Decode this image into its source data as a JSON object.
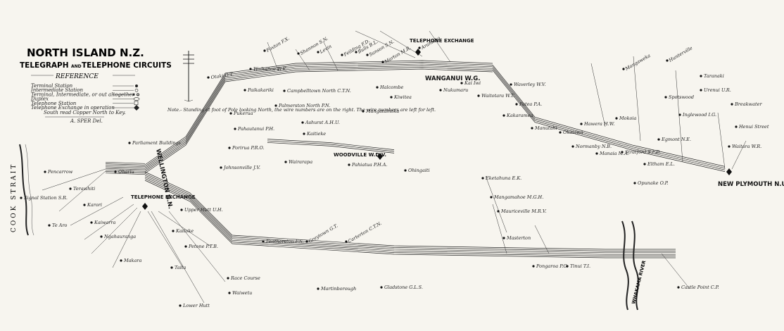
{
  "title": {
    "line1": "NORTH ISLAND N.Z.",
    "line2_a": "TELEGRAPH",
    "line2_and": "AND",
    "line2_b": "TELEPHONE CIRCUITS",
    "reference": "REFERENCE",
    "legend": [
      "Terminal Station",
      "Intermediate Station",
      "Terminal, Intermediate, or out altogether",
      "Duplex",
      "Telephone Station",
      "Telephone Exchange in operation"
    ],
    "note": "South read Copper North to Key.",
    "signature": "A. SPER Del."
  },
  "regions": {
    "cook_strait": "COOK STRAIT",
    "river": "WHAKAMA RIVER"
  },
  "stations": {
    "wellington": "WELLINGTON N.N.",
    "telephone_exchange_w": "TELEPHONE EXCHANGE",
    "telephone_exchange_wanganui": "TELEPHONE EXCHANGE",
    "wanganui": "WANGANUI W.G.",
    "new_plymouth": "NEW PLYMOUTH N.U.",
    "woodville": "WOODVILLE W.D.V.",
    "masterton": "Masterton",
    "castle_point": "Castle Point C.P.",
    "otaki": "Otaki O.T.",
    "paekakariki": "Paikakariki",
    "johnsonville": "Johnsonville J.V.",
    "porirua": "Porirua P.R.O.",
    "pahautanui": "Pahautanui P.H.",
    "pukerua": "Pukerua",
    "feilding": "Feilding F.D.",
    "bulls": "Bulls B.L.",
    "marton": "Marton M.R.",
    "hawera": "Hawera H.W.",
    "patea": "Patea P.A.",
    "waverley": "Waverley W.V.",
    "stratford": "Stratford S.F.D.",
    "inglewood": "Inglewood I.G.",
    "opunake": "Opunake O.P.",
    "ashurst": "Ashurst A.H.U.",
    "palmerston_north": "Palmerston North P.N.",
    "foxton": "Foxton F.X.",
    "shannon": "Shannon S.N.",
    "levin": "Levin",
    "makara": "Makara",
    "petone": "Petone P.T.B.",
    "lower_hutt": "Lower Hutt",
    "race_course": "Race Course",
    "waiwetu": "Waiwetu",
    "featherston": "Featherston F.S.",
    "greytown": "Greytown G.T.",
    "carterton": "Carterton C.T.N.",
    "tinui": "Tinui T.I.",
    "pongaroa": "Pongaroa P.G.",
    "eketahuna": "Eketahuna E.K.",
    "mangamahoe": "Mangamahoe M.G.H.",
    "mauriceville": "Mauriceville M.R.V.",
    "martinborough": "Martinborough",
    "gladstone": "Gladstone G.L.S.",
    "pahiatua": "Pahiatua P.H.A.",
    "mangaweka": "Mangaweka",
    "hunterville": "Hunterville",
    "signal_station": "Signal Station S.R.",
    "pencarrow": "Pencarrow",
    "terawhiti": "Terawhiti",
    "karori": "Karori",
    "kaiwarra": "Kaiwarra",
    "ngahauranga": "Ngahauranga",
    "te_aro": "Te Aro",
    "parliament": "Parliament Buildings",
    "wairarapa": "Wairarapa",
    "upper_hutt": "Upper Hutt U.H.",
    "kaitoke": "Kaitoke",
    "taita": "Taita",
    "waikanae": "Waikanae W.K.",
    "campbelltown": "Campbelltown North C.T.N.",
    "sanson": "Sanson S.N.",
    "halcombe": "Halcombe",
    "kiwitea": "Kiwitea",
    "waitotara": "Waitotara W.T.",
    "kai_iwi": "Kai Iwi",
    "nukumaru": "Nukumaru",
    "okaiawa": "Okaiawa",
    "manaia": "Manaia M.A.",
    "eltham": "Eltham E.L.",
    "waitara": "Waitara W.R.",
    "urenui": "Urenui U.R.",
    "breakwater": "Breakwater",
    "henui": "Henui Street",
    "spotswood": "Spotswood",
    "egmont": "Egmont N.E.",
    "normanby": "Normanby N.B.",
    "kakaramea": "Kakaramea",
    "manutahi": "Manutahi",
    "mokoia": "Mokoia",
    "aramoho": "Aramoho",
    "kaitieke": "Kaitieke",
    "hunterville2": "Ohingaiti",
    "mangatainoka": "Mangatainoka",
    "te_aro_2": "Taranaki",
    "ohariu": "Ohariu"
  }
}
